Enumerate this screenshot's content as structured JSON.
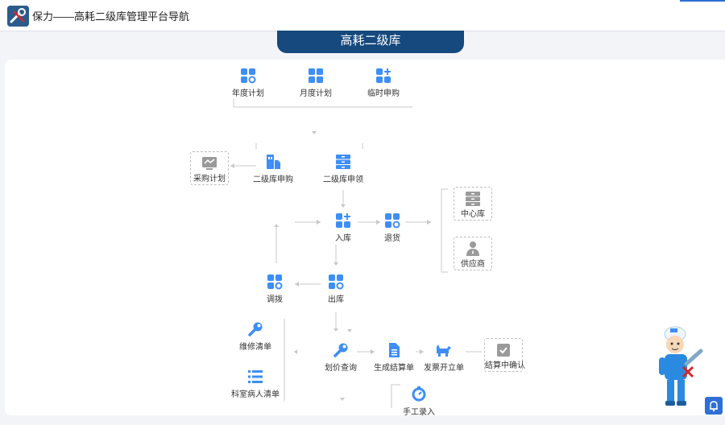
{
  "header": {
    "title": "保力——高耗二级库管理平台导航",
    "tab_title": "高耗二级库"
  },
  "colors": {
    "brand_navy": "#16497d",
    "icon_blue": "#3d8ef7",
    "icon_gray": "#9a9a9a",
    "line_gray": "#c8c8c8"
  },
  "nodes": {
    "annual_plan": {
      "label": "年度计划",
      "icon": "apps-icon"
    },
    "monthly_plan": {
      "label": "月度计划",
      "icon": "grid-icon"
    },
    "temp_request": {
      "label": "临时申购",
      "icon": "apps-add-icon"
    },
    "purchase_plan": {
      "label": "采购计划",
      "icon": "monitor-icon"
    },
    "secondary_request": {
      "label": "二级库申购",
      "icon": "cabinet-doc-icon"
    },
    "secondary_claim": {
      "label": "二级库申领",
      "icon": "drawers-icon"
    },
    "stock_in": {
      "label": "入库",
      "icon": "apps-add-icon"
    },
    "return_goods": {
      "label": "退货",
      "icon": "apps-icon"
    },
    "central_store": {
      "label": "中心库",
      "icon": "drawers-icon"
    },
    "supplier": {
      "label": "供应商",
      "icon": "person-icon"
    },
    "transfer": {
      "label": "调拨",
      "icon": "apps-icon"
    },
    "stock_out": {
      "label": "出库",
      "icon": "apps-icon"
    },
    "maintenance": {
      "label": "维修清单",
      "icon": "wrench-icon"
    },
    "dept_list": {
      "label": "科室病人清单",
      "icon": "list-icon"
    },
    "fee_check": {
      "label": "划价查询",
      "icon": "wrench-icon"
    },
    "settlement": {
      "label": "生成结算单",
      "icon": "document-icon"
    },
    "invoice": {
      "label": "发票开立单",
      "icon": "truck-icon"
    },
    "settle_confirm": {
      "label": "结算中确认",
      "icon": "check-box-icon"
    },
    "manual_entry": {
      "label": "手工录入",
      "icon": "gauge-icon"
    }
  }
}
